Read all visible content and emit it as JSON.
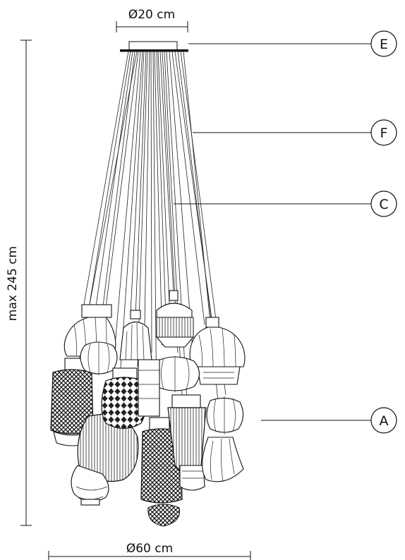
{
  "dimensions": {
    "top_diameter": "Ø20 cm",
    "bottom_diameter": "Ø60 cm",
    "height": "max 245 cm"
  },
  "callouts": [
    {
      "letter": "E"
    },
    {
      "letter": "F"
    },
    {
      "letter": "C"
    },
    {
      "letter": "A"
    }
  ],
  "colors": {
    "line": "#111111",
    "background": "#ffffff"
  }
}
